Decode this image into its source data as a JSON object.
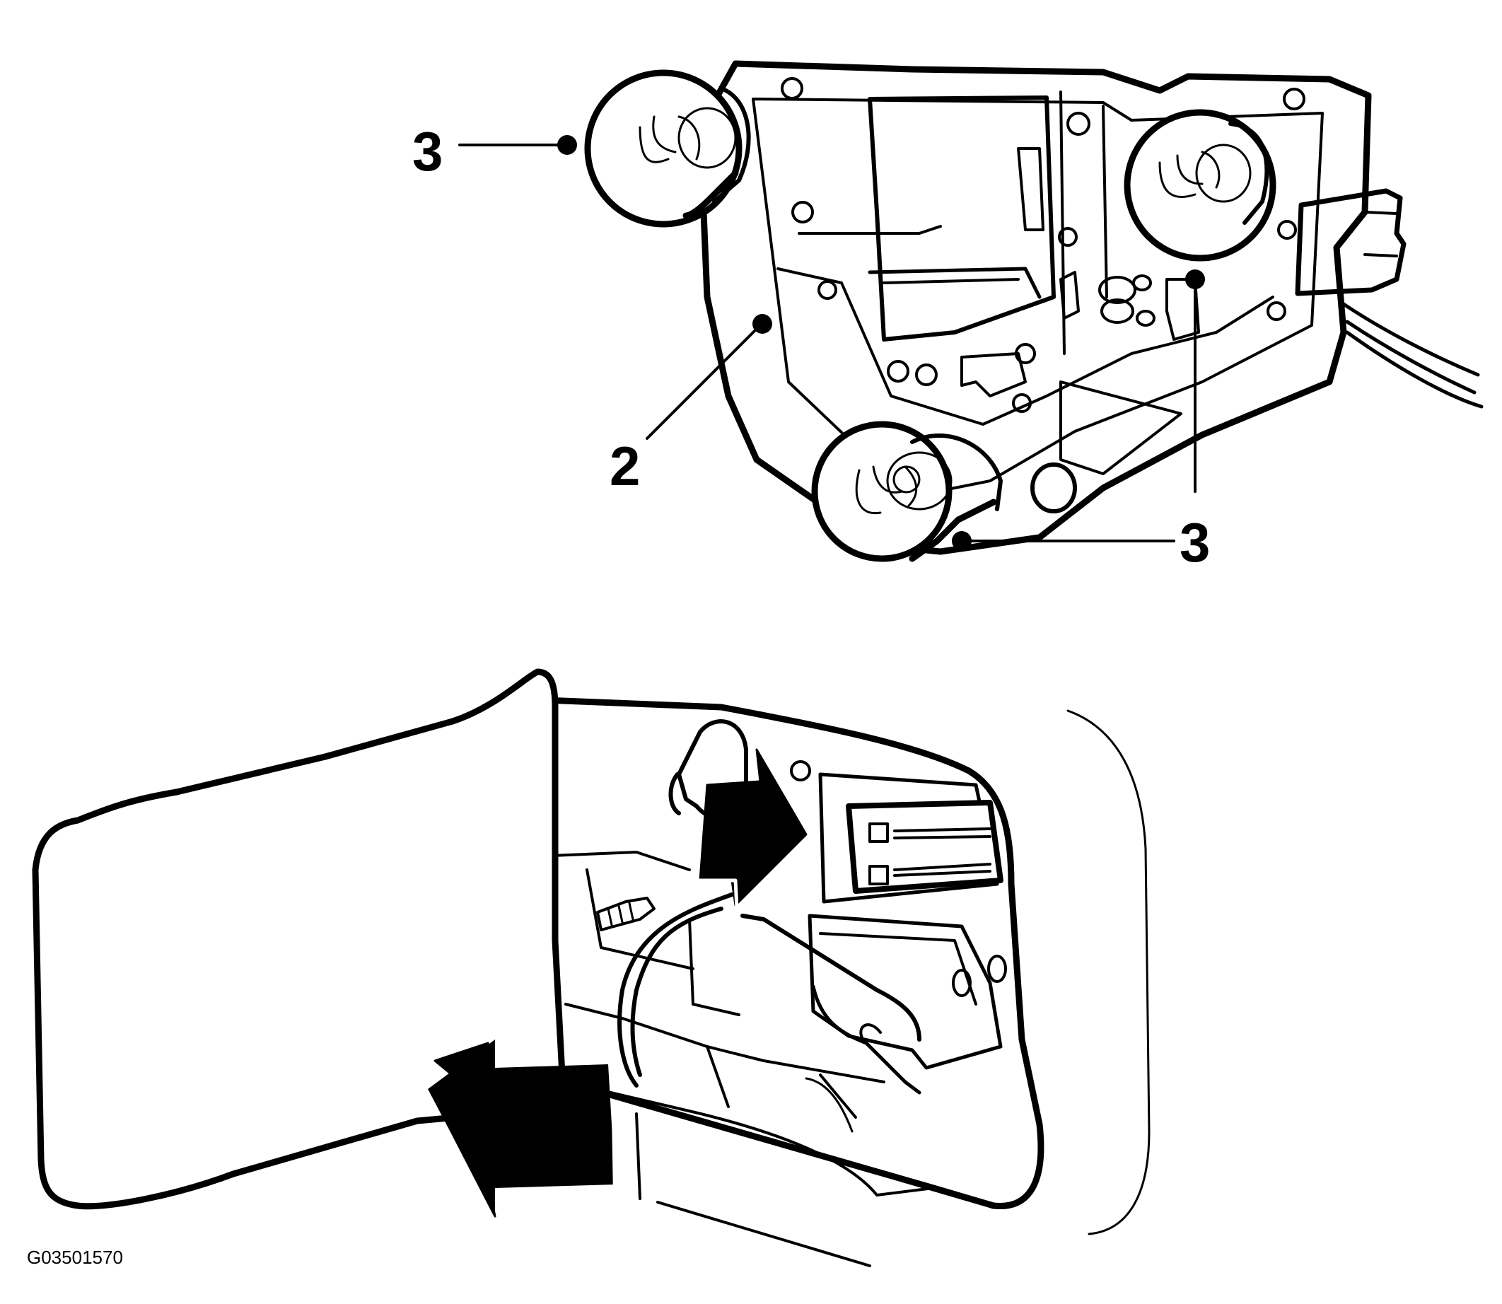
{
  "callouts": {
    "bulb_top_left": "3",
    "lamp_holder": "2",
    "bulb_right": "3",
    "bulb_bottom": "3"
  },
  "figure_id": "G03501570",
  "colors": {
    "line": "#000000",
    "background": "#ffffff"
  }
}
